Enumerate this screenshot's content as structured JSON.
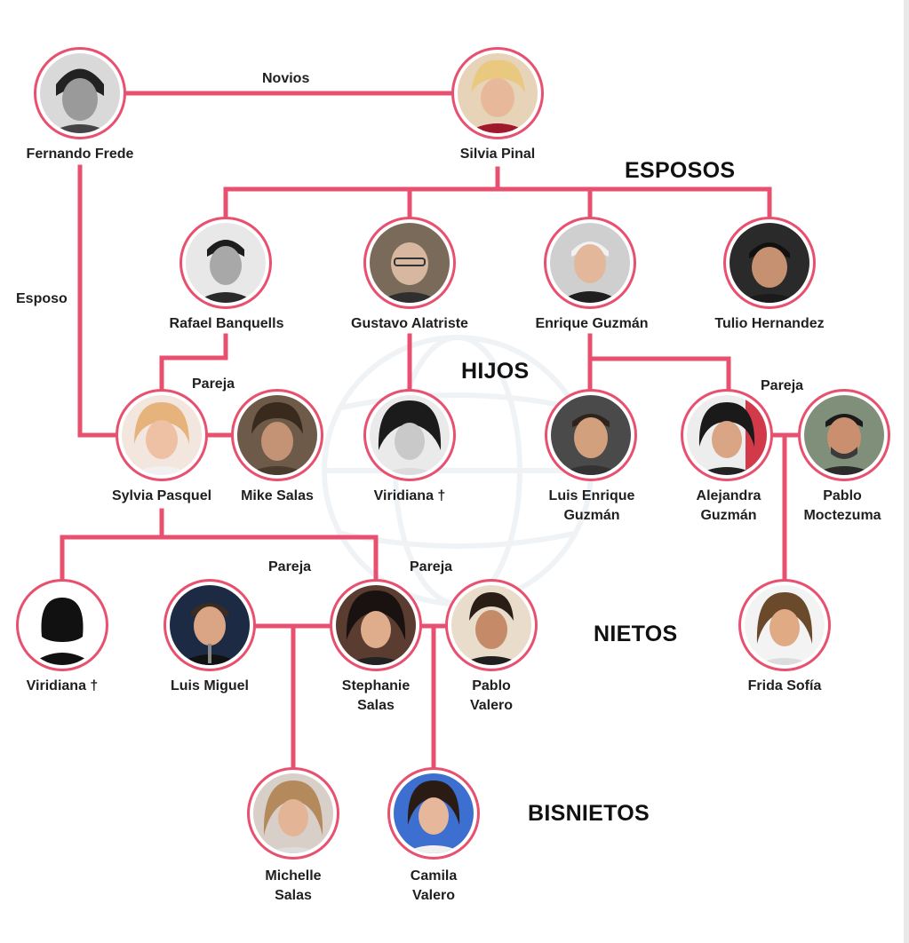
{
  "sections": {
    "esposos": "ESPOSOS",
    "hijos": "HIJOS",
    "nietos": "NIETOS",
    "bisnietos": "BISNIETOS"
  },
  "relations": {
    "novios": "Novios",
    "esposo": "Esposo",
    "pareja_sylvia": "Pareja",
    "pareja_alejandra": "Pareja",
    "pareja_luismiguel": "Pareja",
    "pareja_pablovalero": "Pareja"
  },
  "people": {
    "fernando_frede": {
      "name": "Fernando Frede",
      "deceased": false
    },
    "silvia_pinal": {
      "name": "Silvia Pinal",
      "deceased": false
    },
    "rafael_banquells": {
      "name": "Rafael Banquells",
      "deceased": false
    },
    "gustavo_alatriste": {
      "name": "Gustavo Alatriste",
      "deceased": false
    },
    "enrique_guzman": {
      "name": "Enrique Guzmán",
      "deceased": false
    },
    "tulio_hernandez": {
      "name": "Tulio Hernandez",
      "deceased": false
    },
    "sylvia_pasquel": {
      "name": "Sylvia Pasquel",
      "deceased": false
    },
    "mike_salas": {
      "name": "Mike Salas",
      "deceased": false
    },
    "viridiana_hija": {
      "name": "Viridiana †",
      "deceased": true
    },
    "luis_enrique_guzman": {
      "name_line1": "Luis Enrique",
      "name_line2": "Guzmán",
      "deceased": false
    },
    "alejandra_guzman": {
      "name_line1": "Alejandra",
      "name_line2": "Guzmán",
      "deceased": false
    },
    "pablo_moctezuma": {
      "name_line1": "Pablo",
      "name_line2": "Moctezuma",
      "deceased": false
    },
    "viridiana_nieta": {
      "name": "Viridiana †",
      "deceased": true
    },
    "luis_miguel": {
      "name": "Luis Miguel",
      "deceased": false
    },
    "stephanie_salas": {
      "name_line1": "Stephanie",
      "name_line2": "Salas",
      "deceased": false
    },
    "pablo_valero": {
      "name_line1": "Pablo",
      "name_line2": "Valero",
      "deceased": false
    },
    "frida_sofia": {
      "name": "Frida Sofía",
      "deceased": false
    },
    "michelle_salas": {
      "name_line1": "Michelle",
      "name_line2": "Salas",
      "deceased": false
    },
    "camila_valero": {
      "name_line1": "Camila",
      "name_line2": "Valero",
      "deceased": false
    }
  },
  "colors": {
    "accent": "#e8506f",
    "text": "#1f1f1f",
    "background": "#ffffff"
  }
}
